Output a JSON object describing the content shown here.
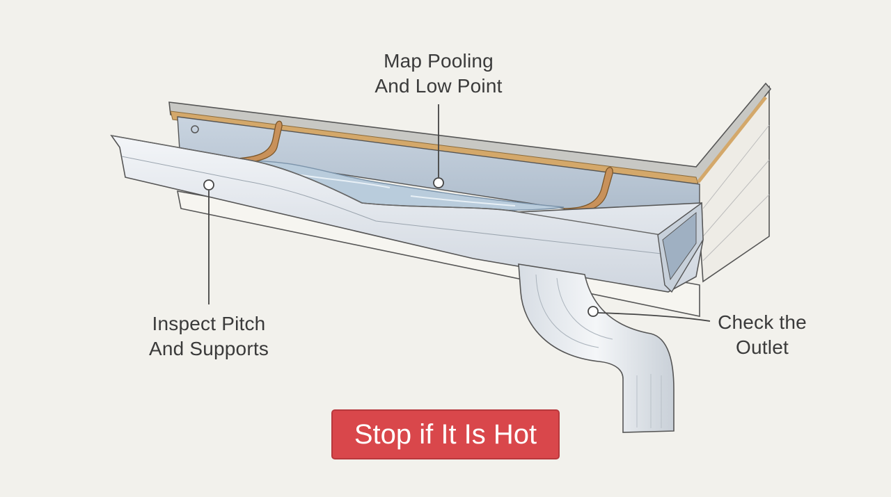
{
  "callouts": {
    "pooling": {
      "line1": "Map Pooling",
      "line2": "And Low Point"
    },
    "pitch": {
      "line1": "Inspect Pitch",
      "line2": "And Supports"
    },
    "outlet": {
      "line1": "Check the",
      "line2": "Outlet"
    }
  },
  "warning": {
    "label": "Stop if It Is Hot",
    "color": "#d9474b"
  },
  "colors": {
    "background": "#f2f1ec",
    "gutter_metal": "#e3e8ee",
    "water": "#b9ccdc",
    "fascia_trim": "#d4a86a",
    "hanger": "#c8915a",
    "line": "#444444"
  }
}
